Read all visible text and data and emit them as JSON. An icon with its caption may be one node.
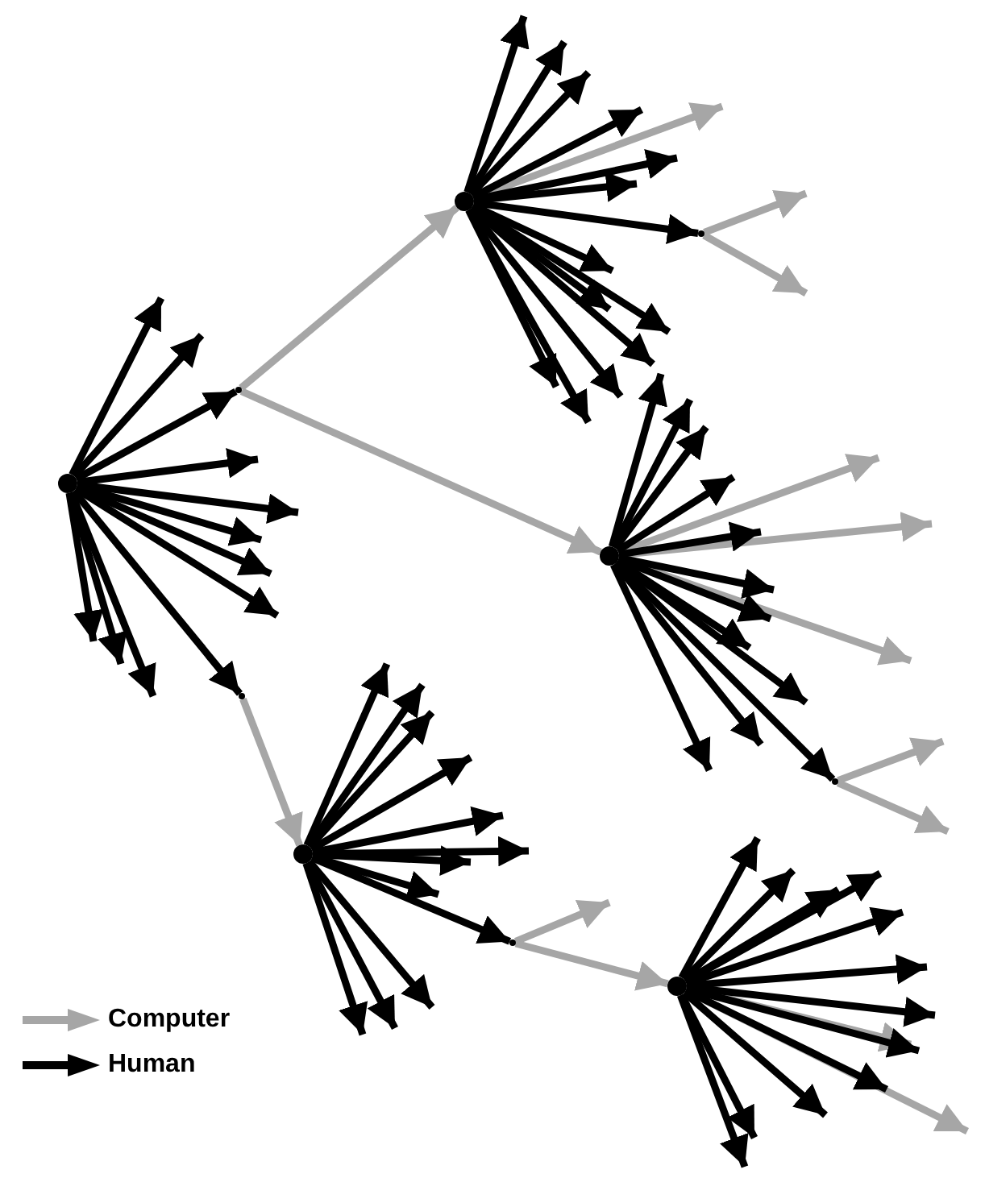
{
  "diagram": {
    "nodes": [
      {
        "text": [],
        "shape": "circle"
      },
      {
        "text": [],
        "shape": "point"
      },
      {
        "text": [],
        "shape": "circle"
      },
      {
        "text": [],
        "shape": "circle"
      },
      {
        "text": [],
        "shape": "point"
      },
      {
        "text": [],
        "shape": "point"
      },
      {
        "text": [],
        "shape": "point"
      },
      {
        "text": [],
        "shape": "circle"
      },
      {
        "text": [],
        "shape": "point"
      },
      {
        "text": [],
        "shape": "circle"
      }
    ],
    "edges": [
      {
        "from": 0,
        "to": null,
        "arrow": "to"
      },
      {
        "from": 0,
        "to": null,
        "arrow": "to"
      },
      {
        "from": 0,
        "to": null,
        "arrow": "to"
      },
      {
        "from": 0,
        "to": null,
        "arrow": "to"
      },
      {
        "from": 0,
        "to": null,
        "arrow": "to"
      },
      {
        "from": 0,
        "to": null,
        "arrow": "to"
      },
      {
        "from": 0,
        "to": null,
        "arrow": "to"
      },
      {
        "from": 0,
        "to": null,
        "arrow": "to"
      },
      {
        "from": 0,
        "to": null,
        "arrow": "to"
      },
      {
        "from": 0,
        "to": null,
        "arrow": "to"
      },
      {
        "from": 0,
        "to": 1,
        "arrow": "to"
      },
      {
        "from": 0,
        "to": 6,
        "arrow": "to"
      },
      {
        "from": 2,
        "to": null,
        "arrow": "to"
      },
      {
        "from": 2,
        "to": null,
        "arrow": "to"
      },
      {
        "from": 2,
        "to": null,
        "arrow": "to"
      },
      {
        "from": 2,
        "to": null,
        "arrow": "to"
      },
      {
        "from": 2,
        "to": null,
        "arrow": "to"
      },
      {
        "from": 2,
        "to": null,
        "arrow": "to"
      },
      {
        "from": 2,
        "to": null,
        "arrow": "to"
      },
      {
        "from": 2,
        "to": null,
        "arrow": "to"
      },
      {
        "from": 2,
        "to": null,
        "arrow": "to"
      },
      {
        "from": 2,
        "to": null,
        "arrow": "to"
      },
      {
        "from": 2,
        "to": null,
        "arrow": "to"
      },
      {
        "from": 2,
        "to": null,
        "arrow": "to"
      },
      {
        "from": 2,
        "to": null,
        "arrow": "to"
      },
      {
        "from": 2,
        "to": null,
        "arrow": "to",
        "color": "#a6a6a6"
      },
      {
        "from": 2,
        "to": 4,
        "arrow": "to"
      },
      {
        "from": 3,
        "to": null,
        "arrow": "to"
      },
      {
        "from": 3,
        "to": null,
        "arrow": "to"
      },
      {
        "from": 3,
        "to": null,
        "arrow": "to"
      },
      {
        "from": 3,
        "to": null,
        "arrow": "to"
      },
      {
        "from": 3,
        "to": null,
        "arrow": "to"
      },
      {
        "from": 3,
        "to": null,
        "arrow": "to"
      },
      {
        "from": 3,
        "to": null,
        "arrow": "to"
      },
      {
        "from": 3,
        "to": null,
        "arrow": "to"
      },
      {
        "from": 3,
        "to": null,
        "arrow": "to"
      },
      {
        "from": 3,
        "to": null,
        "arrow": "to"
      },
      {
        "from": 3,
        "to": null,
        "arrow": "to"
      },
      {
        "from": 3,
        "to": null,
        "arrow": "to",
        "color": "#a6a6a6"
      },
      {
        "from": 3,
        "to": null,
        "arrow": "to",
        "color": "#a6a6a6"
      },
      {
        "from": 3,
        "to": null,
        "arrow": "to",
        "color": "#a6a6a6"
      },
      {
        "from": 3,
        "to": 5,
        "arrow": "to"
      },
      {
        "from": 1,
        "to": 2,
        "arrow": "to",
        "color": "#a6a6a6"
      },
      {
        "from": 1,
        "to": 3,
        "arrow": "to",
        "color": "#a6a6a6"
      },
      {
        "from": 4,
        "to": null,
        "arrow": "to",
        "color": "#a6a6a6"
      },
      {
        "from": 4,
        "to": null,
        "arrow": "to",
        "color": "#a6a6a6"
      },
      {
        "from": 5,
        "to": null,
        "arrow": "to",
        "color": "#a6a6a6"
      },
      {
        "from": 5,
        "to": null,
        "arrow": "to",
        "color": "#a6a6a6"
      },
      {
        "from": 6,
        "to": 7,
        "arrow": "to",
        "color": "#a6a6a6"
      },
      {
        "from": 7,
        "to": null,
        "arrow": "to"
      },
      {
        "from": 7,
        "to": null,
        "arrow": "to"
      },
      {
        "from": 7,
        "to": null,
        "arrow": "to"
      },
      {
        "from": 7,
        "to": null,
        "arrow": "to"
      },
      {
        "from": 7,
        "to": null,
        "arrow": "to"
      },
      {
        "from": 7,
        "to": null,
        "arrow": "to"
      },
      {
        "from": 7,
        "to": null,
        "arrow": "to"
      },
      {
        "from": 7,
        "to": null,
        "arrow": "to"
      },
      {
        "from": 7,
        "to": null,
        "arrow": "to"
      },
      {
        "from": 7,
        "to": null,
        "arrow": "to"
      },
      {
        "from": 7,
        "to": null,
        "arrow": "to"
      },
      {
        "from": 7,
        "to": 8,
        "arrow": "to"
      },
      {
        "from": 8,
        "to": null,
        "arrow": "to",
        "color": "#a6a6a6"
      },
      {
        "from": 8,
        "to": 9,
        "arrow": "to",
        "color": "#a6a6a6"
      },
      {
        "from": 9,
        "to": null,
        "arrow": "to"
      },
      {
        "from": 9,
        "to": null,
        "arrow": "to"
      },
      {
        "from": 9,
        "to": null,
        "arrow": "to"
      },
      {
        "from": 9,
        "to": null,
        "arrow": "to"
      },
      {
        "from": 9,
        "to": null,
        "arrow": "to"
      },
      {
        "from": 9,
        "to": null,
        "arrow": "to"
      },
      {
        "from": 9,
        "to": null,
        "arrow": "to"
      },
      {
        "from": 9,
        "to": null,
        "arrow": "to"
      },
      {
        "from": 9,
        "to": null,
        "arrow": "to"
      },
      {
        "from": 9,
        "to": null,
        "arrow": "to"
      },
      {
        "from": 9,
        "to": null,
        "arrow": "to"
      },
      {
        "from": 9,
        "to": null,
        "arrow": "to"
      },
      {
        "from": 9,
        "to": null,
        "arrow": "to",
        "color": "#a6a6a6"
      },
      {
        "from": 9,
        "to": null,
        "arrow": "to",
        "color": "#a6a6a6"
      }
    ],
    "legend": [
      {
        "text": "Computer",
        "color": "#a6a6a6"
      },
      {
        "text": "Human",
        "color": "#000000"
      }
    ]
  }
}
